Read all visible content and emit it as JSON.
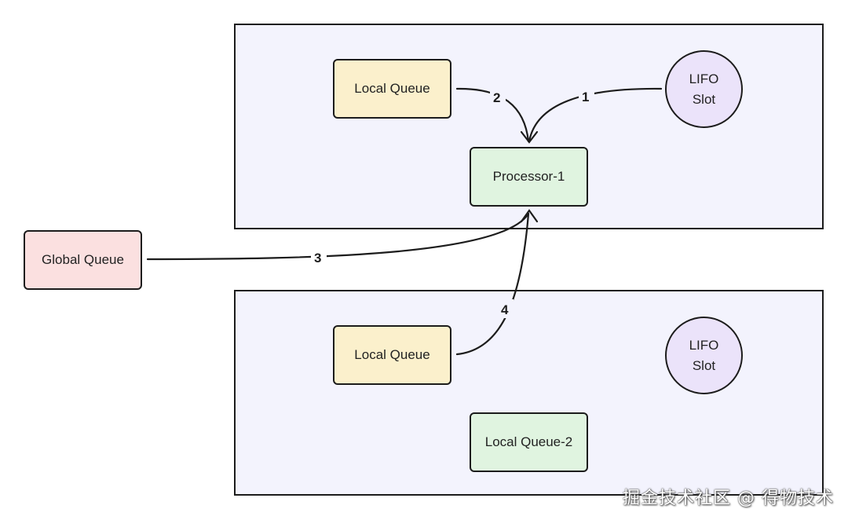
{
  "nodes": {
    "local_queue_top": "Local Queue",
    "processor": "Processor-1",
    "lifo_top": [
      "LIFO",
      "Slot"
    ],
    "global_queue": "Global Queue",
    "local_queue_bottom": "Local Queue",
    "lifo_bottom": [
      "LIFO",
      "Slot"
    ],
    "local_queue_2": "Local Queue-2"
  },
  "edges": [
    {
      "from": "local_queue_top",
      "to": "processor",
      "label": "2"
    },
    {
      "from": "lifo_top",
      "to": "processor",
      "label": "1"
    },
    {
      "from": "global_queue",
      "to": "processor",
      "label": "3"
    },
    {
      "from": "local_queue_bottom",
      "to": "processor",
      "label": "4"
    }
  ],
  "watermark": "掘金技术社区 @ 得物技术",
  "colors": {
    "frame": "#f3f3fd",
    "local_queue": "#fbf0cc",
    "processor": "#e0f4e0",
    "global_queue": "#fbe0e0",
    "lifo_slot": "#ebe3fa",
    "stroke": "#1c1c1c"
  }
}
